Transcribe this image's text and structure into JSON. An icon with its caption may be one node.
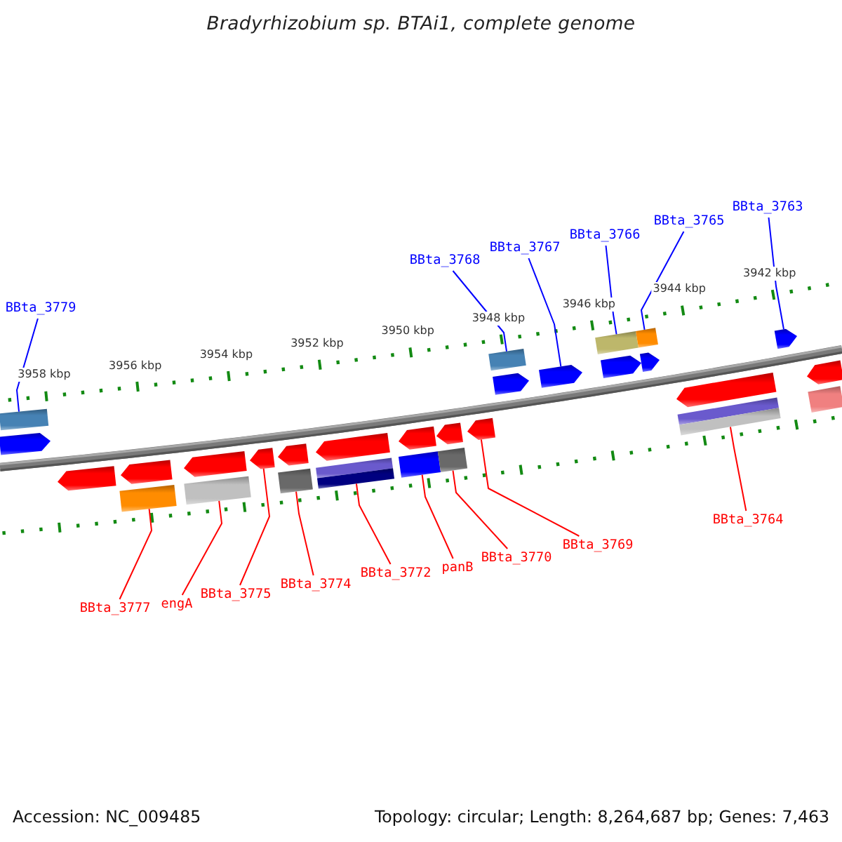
{
  "diagram": {
    "title": "Bradyrhizobium sp. BTAi1, complete genome",
    "nodes": [
      {
        "text": [
          "BBta_3779"
        ]
      },
      {
        "text": [
          "BBta_3768"
        ]
      },
      {
        "text": [
          "BBta_3767"
        ]
      },
      {
        "text": [
          "BBta_3766"
        ]
      },
      {
        "text": [
          "BBta_3765"
        ]
      },
      {
        "text": [
          "BBta_3763"
        ]
      },
      {
        "text": [
          "BBta_3777"
        ]
      },
      {
        "text": [
          "engA"
        ]
      },
      {
        "text": [
          "BBta_3775"
        ]
      },
      {
        "text": [
          "BBta_3774"
        ]
      },
      {
        "text": [
          "BBta_3772"
        ]
      },
      {
        "text": [
          "panB"
        ]
      },
      {
        "text": [
          "BBta_3770"
        ]
      },
      {
        "text": [
          "BBta_3769"
        ]
      },
      {
        "text": [
          "BBta_3764"
        ]
      },
      {
        "text": [],
        "shape": "box"
      },
      {
        "text": [],
        "shape": "pentagon"
      },
      {
        "text": [],
        "shape": "pentagon"
      },
      {
        "text": [],
        "shape": "pentagon"
      },
      {
        "text": [],
        "shape": "box"
      },
      {
        "text": [],
        "shape": "pentagon"
      },
      {
        "text": [],
        "shape": "box"
      },
      {
        "text": [],
        "shape": "pentagon"
      },
      {
        "text": [],
        "shape": "pentagon"
      },
      {
        "text": [],
        "shape": "box"
      },
      {
        "text": [],
        "shape": "pentagon"
      },
      {
        "text": [],
        "shape": "box"
      },
      {
        "text": [],
        "shape": "pentagon"
      },
      {
        "text": [],
        "shape": "box"
      },
      {
        "text": [],
        "shape": "pentagon"
      },
      {
        "text": [],
        "shape": "box"
      },
      {
        "text": [],
        "shape": "pentagon"
      },
      {
        "text": [],
        "shape": "box"
      },
      {
        "text": [],
        "shape": "pentagon"
      },
      {
        "text": [],
        "shape": "pentagon"
      },
      {
        "text": [],
        "shape": "box"
      },
      {
        "text": [],
        "shape": "pentagon"
      },
      {
        "text": [],
        "shape": "box"
      },
      {
        "text": [],
        "shape": "pentagon"
      },
      {
        "text": [],
        "shape": "pentagon"
      },
      {
        "text": [],
        "shape": "box"
      },
      {
        "text": [],
        "shape": "pentagon"
      },
      {
        "text": [],
        "shape": "pentagon"
      },
      {
        "text": [],
        "shape": "box"
      }
    ],
    "edges": [
      {
        "from": 0,
        "to": 15,
        "arrow": "none",
        "color": "#0000ff"
      },
      {
        "from": 1,
        "to": 32,
        "arrow": "none",
        "color": "#0000ff"
      },
      {
        "from": 2,
        "to": 34,
        "arrow": "none",
        "color": "#0000ff"
      },
      {
        "from": 3,
        "to": 35,
        "arrow": "none",
        "color": "#0000ff"
      },
      {
        "from": 4,
        "to": 37,
        "arrow": "none",
        "color": "#0000ff"
      },
      {
        "from": 5,
        "to": 41,
        "arrow": "none",
        "color": "#0000ff"
      },
      {
        "from": 6,
        "to": 19,
        "arrow": "none"
      },
      {
        "from": 7,
        "to": 21,
        "arrow": "none"
      },
      {
        "from": 8,
        "to": 22,
        "arrow": "none"
      },
      {
        "from": 9,
        "to": 24,
        "arrow": "none"
      },
      {
        "from": 10,
        "to": 26,
        "arrow": "none"
      },
      {
        "from": 11,
        "to": 28,
        "arrow": "none"
      },
      {
        "from": 12,
        "to": 30,
        "arrow": "none"
      },
      {
        "from": 13,
        "to": 31,
        "arrow": "none"
      },
      {
        "from": 14,
        "to": 40,
        "arrow": "none"
      }
    ],
    "labels": [
      "3958 kbp",
      "3956 kbp",
      "3954 kbp",
      "3952 kbp",
      "3950 kbp",
      "3948 kbp",
      "3946 kbp",
      "3944 kbp",
      "3942 kbp",
      "Accession: NC_009485",
      "Topology: circular; Length: 8,264,687 bp; Genes: 7,463"
    ]
  }
}
